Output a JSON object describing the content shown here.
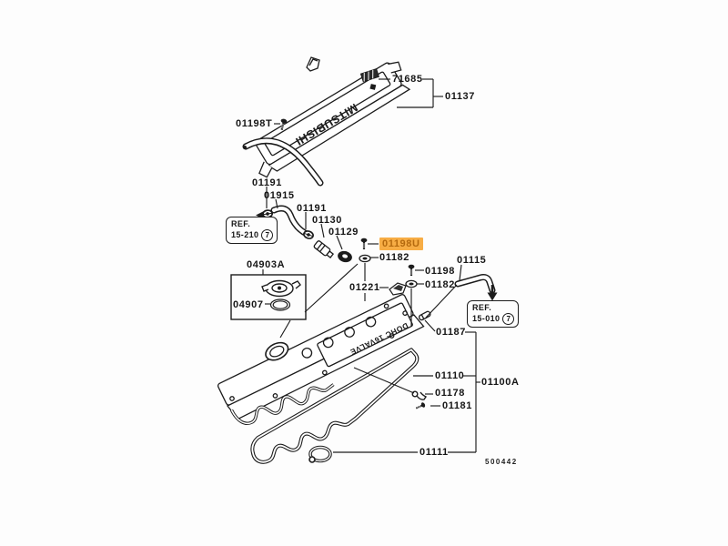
{
  "page": {
    "bg": "#fdfdfd",
    "line_color": "#1c1c1c",
    "highlight_bg": "#f7ad45",
    "highlight_fg": "#b4690e"
  },
  "drawing_code": "500442",
  "embossed": {
    "brand": "MITSUBISHI",
    "valve": "DOHC 16VALVE"
  },
  "labels": {
    "l71685": "71685",
    "l01137": "01137",
    "l01198T": "01198T",
    "l01191a": "01191",
    "l01915": "01915",
    "l01191b": "01191",
    "l01130": "01130",
    "l01129": "01129",
    "l01198U": "01198U",
    "l01182a": "01182",
    "l04903A": "04903A",
    "l04907": "04907",
    "l01221": "01221",
    "l01198b": "01198",
    "l01182b": "01182",
    "l01115": "01115",
    "l01187": "01187",
    "l01110": "01110",
    "l01100A": "01100A",
    "l01178": "01178",
    "l01181": "01181",
    "l01111": "01111"
  },
  "ref_boxes": {
    "left": {
      "line1": "REF.",
      "line2": "15-210",
      "circle": "7"
    },
    "right": {
      "line1": "REF.",
      "line2": "15-010",
      "circle": "7"
    }
  }
}
